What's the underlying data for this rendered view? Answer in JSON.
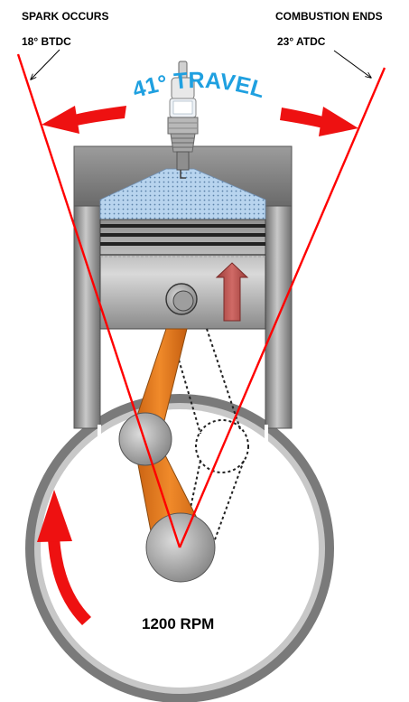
{
  "labels": {
    "spark_title": "SPARK OCCURS",
    "spark_angle": "18° BTDC",
    "combustion_title": "COMBUSTION ENDS",
    "combustion_angle": "23° ATDC",
    "travel": "41° TRAVEL",
    "rpm": "1200 RPM"
  },
  "colors": {
    "line_red": "#ff0000",
    "arrow_red": "#ee1111",
    "travel_blue": "#1fa0e0",
    "rod_orange": "#e07a1f",
    "metal_grey": "#9a9a9a",
    "piston_arrow": "#c0504d"
  },
  "icons": {
    "spark_plug": "spark-plug-icon",
    "piston": "piston",
    "connecting_rod": "connecting-rod",
    "crankshaft": "crankshaft"
  }
}
